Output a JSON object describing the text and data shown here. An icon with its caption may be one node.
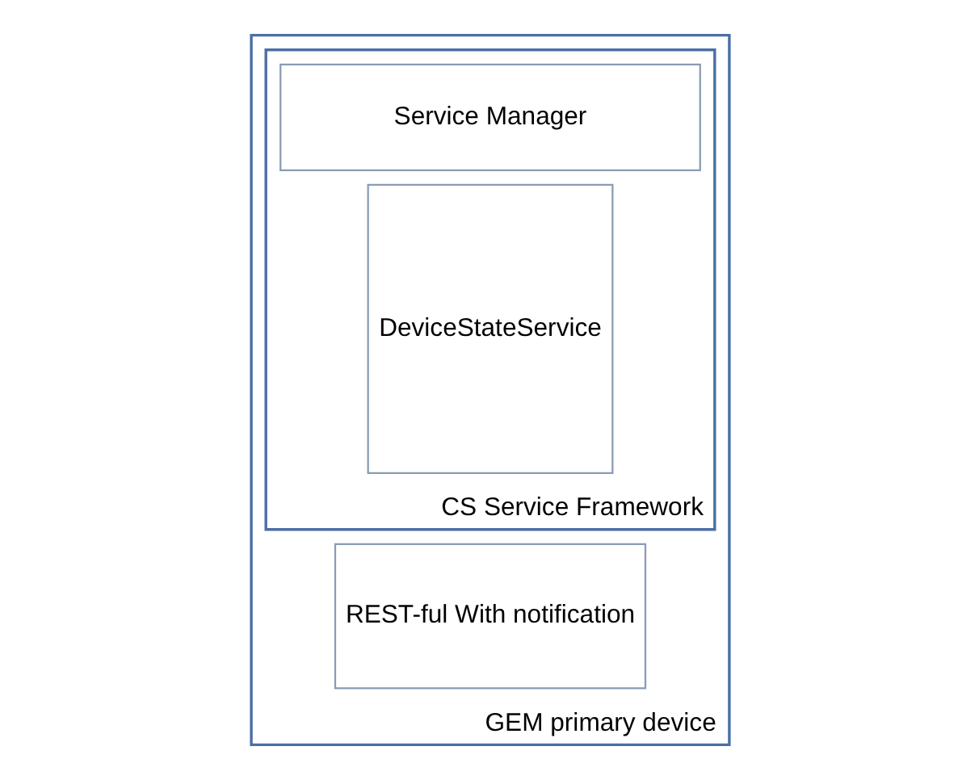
{
  "diagram": {
    "nodes": [
      {
        "text": [
          "GEM primary device"
        ]
      },
      {
        "text": [
          "CS Service Framework"
        ],
        "in": 0
      },
      {
        "text": [
          "Service Manager"
        ],
        "in": 1
      },
      {
        "text": [
          "DeviceStateService"
        ],
        "in": 1
      },
      {
        "text": [
          "REST-ful With notification"
        ],
        "in": 0
      }
    ],
    "edges": []
  }
}
